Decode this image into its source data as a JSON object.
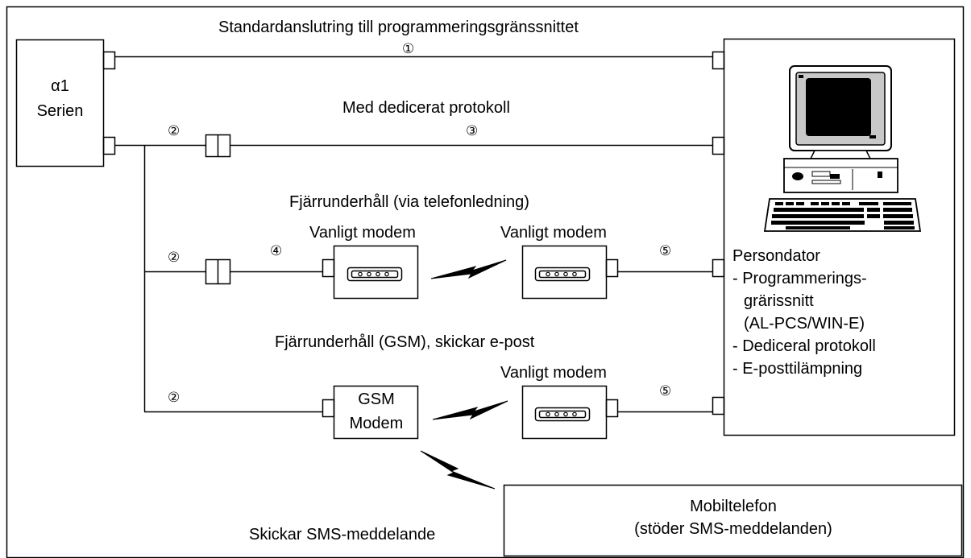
{
  "alpha": {
    "line1": "α1",
    "line2": "Serien"
  },
  "labels": {
    "standard": "Standardanslutring till programmeringsgränssnittet",
    "dedicated": "Med dedicerat protokoll",
    "remote_phone": "Fjärrunderhåll (via telefonledning)",
    "remote_gsm": "Fjärrunderhåll (GSM), skickar e-post",
    "sms": "Skickar SMS-meddelande",
    "modem_a": "Vanligt modem",
    "modem_b": "Vanligt modem",
    "modem_c": "Vanligt modem"
  },
  "gsm": {
    "line1": "GSM",
    "line2": "Modem"
  },
  "mobile": {
    "line1": "Mobiltelefon",
    "line2": "(stöder SMS-meddelanden)"
  },
  "pc": {
    "title": "Persondator",
    "items": [
      "- Programmerings-",
      "grärissnitt",
      "(AL-PCS/WIN-E)",
      "- Dediceral protokoll",
      "- E-posttilämpning"
    ]
  },
  "markers": {
    "m1": "①",
    "m2a": "②",
    "m2b": "②",
    "m2c": "②",
    "m3": "③",
    "m4": "④",
    "m5a": "⑤",
    "m5b": "⑤"
  }
}
